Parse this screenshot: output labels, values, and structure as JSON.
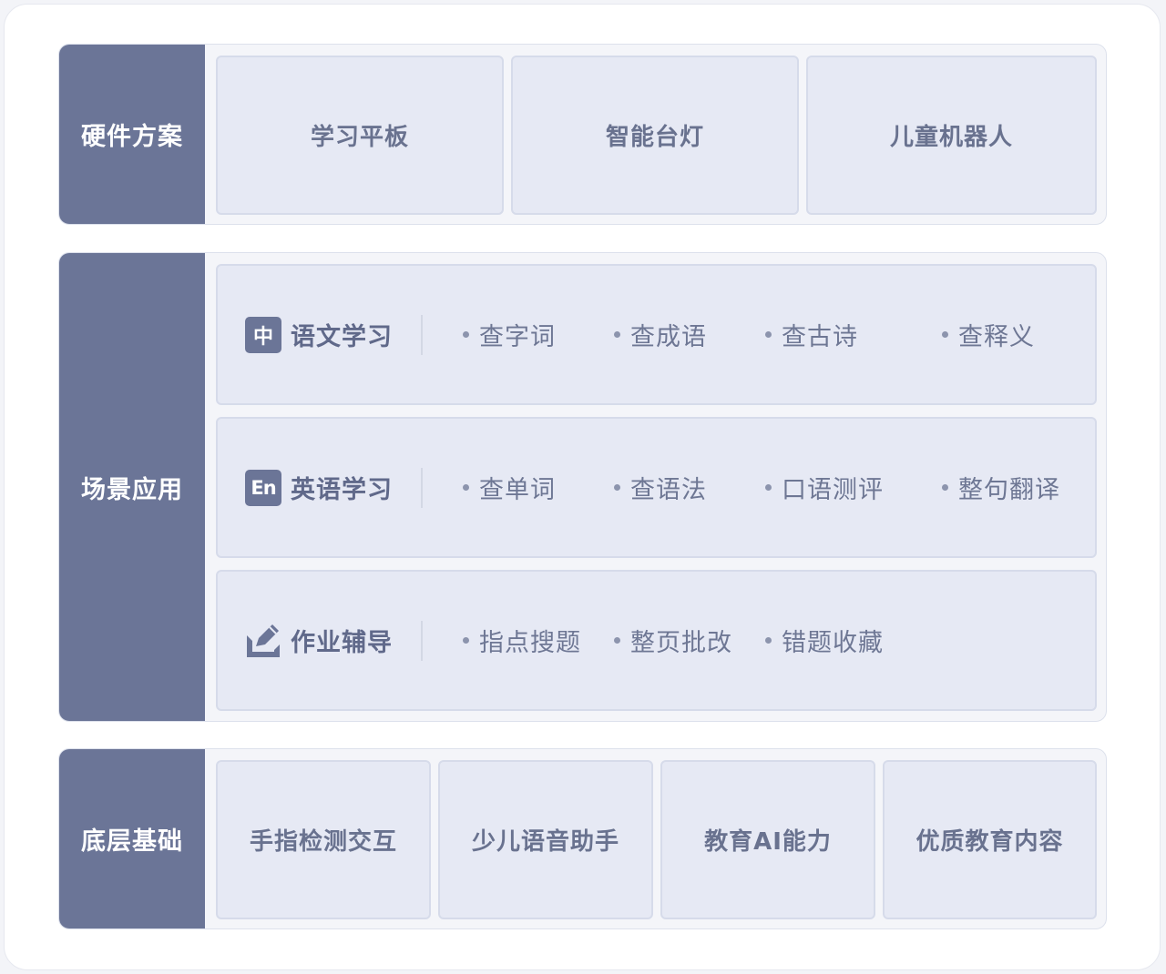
{
  "rows": {
    "hardware": {
      "label": "硬件方案",
      "cards": [
        "学习平板",
        "智能台灯",
        "儿童机器人"
      ]
    },
    "scenes": {
      "label": "场景应用",
      "items": [
        {
          "badge": "中",
          "icon": "chinese-char-badge-icon",
          "title": "语文学习",
          "features": [
            "查字词",
            "查成语",
            "查古诗",
            "查释义"
          ]
        },
        {
          "badge": "En",
          "icon": "english-badge-icon",
          "title": "英语学习",
          "features": [
            "查单词",
            "查语法",
            "口语测评",
            "整句翻译"
          ]
        },
        {
          "badge": "",
          "icon": "pen-check-icon",
          "title": "作业辅导",
          "features": [
            "指点搜题",
            "整页批改",
            "错题收藏"
          ]
        }
      ]
    },
    "foundation": {
      "label": "底层基础",
      "cards": [
        "手指检测交互",
        "少儿语音助手",
        "教育AI能力",
        "优质教育内容"
      ]
    }
  },
  "colors": {
    "label_bg": "#6b7597",
    "card_bg": "#e6e9f4",
    "card_border": "#d6dbea",
    "row_bg": "#f4f5f9",
    "text": "#69728f"
  }
}
